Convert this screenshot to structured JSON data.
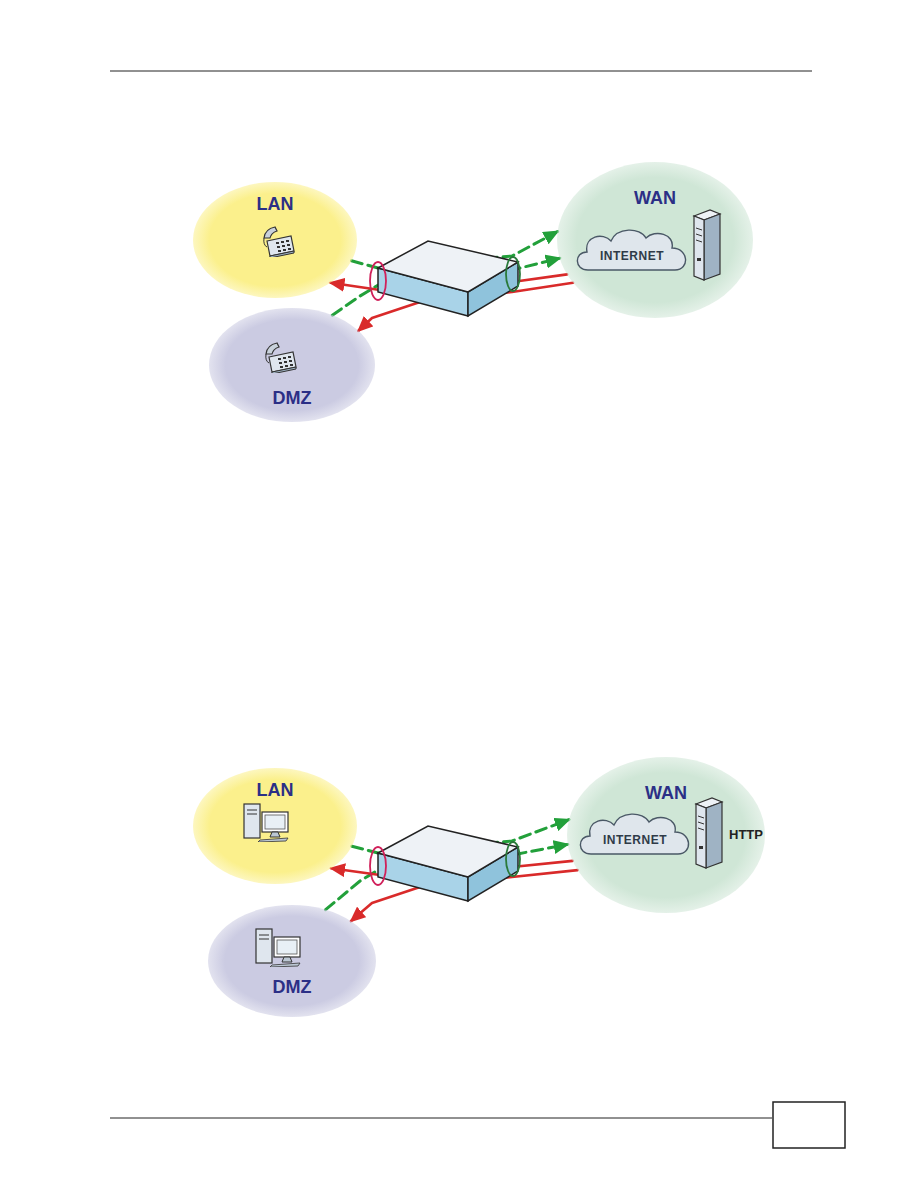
{
  "diagram": {
    "nodes": [
      {
        "text": [
          "LAN"
        ]
      },
      {
        "text": [
          "WAN"
        ]
      },
      {
        "text": [
          "INTERNET"
        ],
        "in": 1
      },
      {
        "text": [
          "DMZ"
        ]
      },
      {
        "text": [
          "LAN"
        ]
      },
      {
        "text": [
          "WAN"
        ]
      },
      {
        "text": [
          "INTERNET"
        ],
        "in": 5
      },
      {
        "text": [
          "DMZ"
        ]
      }
    ],
    "edges": [
      {
        "from": 0,
        "to": 1,
        "arrow": "to"
      },
      {
        "from": 3,
        "to": 1,
        "arrow": "to"
      },
      {
        "from": 1,
        "to": 0,
        "arrow": "to"
      },
      {
        "from": 1,
        "to": 3,
        "arrow": "to"
      },
      {
        "from": 4,
        "to": 5,
        "arrow": "to"
      },
      {
        "from": 7,
        "to": 5,
        "arrow": "to"
      },
      {
        "from": 5,
        "to": 4,
        "arrow": "to"
      },
      {
        "from": 5,
        "to": 7,
        "arrow": "to"
      }
    ],
    "labels": [
      "HTTP"
    ]
  }
}
